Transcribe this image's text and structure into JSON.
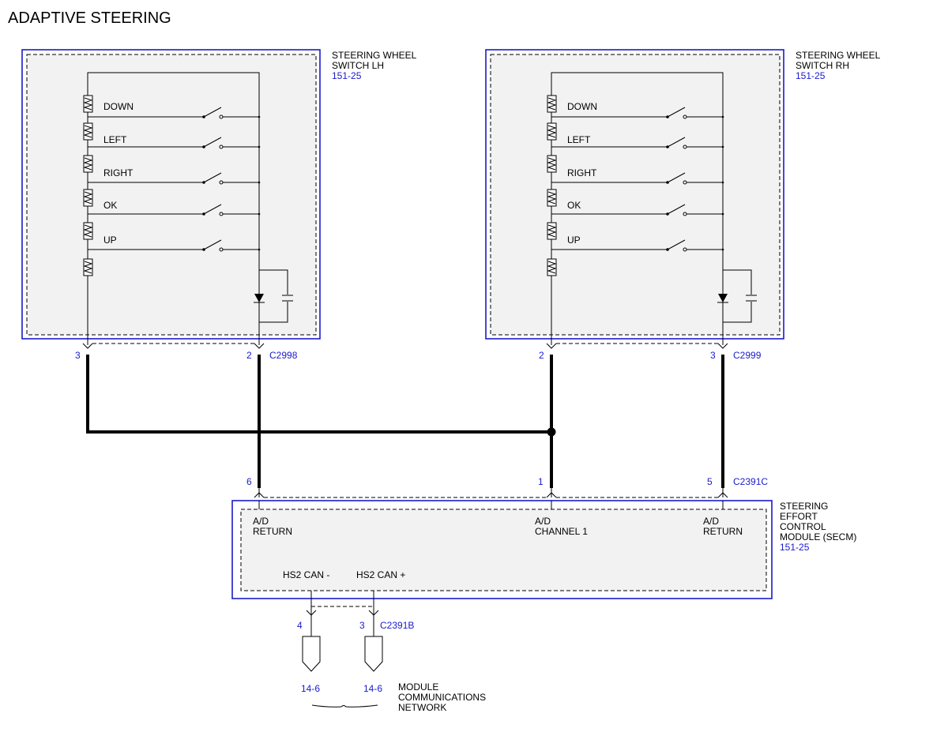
{
  "title": "ADAPTIVE STEERING",
  "switch_lh": {
    "name_line1": "STEERING WHEEL",
    "name_line2": "SWITCH LH",
    "ref": "151-25",
    "buttons": [
      "DOWN",
      "LEFT",
      "RIGHT",
      "OK",
      "UP"
    ],
    "pin_left": "3",
    "pin_right": "2",
    "connector": "C2998"
  },
  "switch_rh": {
    "name_line1": "STEERING WHEEL",
    "name_line2": "SWITCH RH",
    "ref": "151-25",
    "buttons": [
      "DOWN",
      "LEFT",
      "RIGHT",
      "OK",
      "UP"
    ],
    "pin_left": "2",
    "pin_right": "3",
    "connector": "C2999"
  },
  "module": {
    "name_lines": [
      "STEERING",
      "EFFORT",
      "CONTROL",
      "MODULE (SECM)"
    ],
    "ref": "151-25",
    "connector_top": "C2391C",
    "pins_top": [
      "6",
      "1",
      "5"
    ],
    "signals": [
      {
        "line1": "A/D",
        "line2": "RETURN"
      },
      {
        "line1": "A/D",
        "line2": "CHANNEL 1"
      },
      {
        "line1": "A/D",
        "line2": "RETURN"
      }
    ],
    "can_low": "HS2 CAN -",
    "can_high": "HS2 CAN +",
    "connector_bottom": "C2391B",
    "pins_bottom": [
      "4",
      "3"
    ]
  },
  "network": {
    "refs": [
      "14-6",
      "14-6"
    ],
    "name_lines": [
      "MODULE",
      "COMMUNICATIONS",
      "NETWORK"
    ]
  },
  "colors": {
    "ref_blue": "#1a1acc",
    "box_fill": "#f2f2f2"
  }
}
